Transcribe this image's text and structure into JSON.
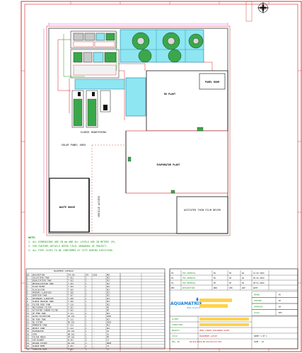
{
  "plan": {
    "labels": {
      "panel_room": "PANEL ROOM",
      "ro_plant": "RO PLANT",
      "sludge_dewatering": "SLUDGE DEWATERING",
      "solar_panel_area": "SOLAR PANEL AREA",
      "evaporator_plant": "EVAPORATOR PLANT",
      "waste_house": "WASTE HOUSE",
      "vehicle_access": "VEHICLE ACCESS",
      "agitated_thin_film_dryer": "AGITATED THIN FILM DRYER"
    }
  },
  "notes": {
    "title": "NOTE:",
    "items": [
      "1. ALL DIMENSIONS ARE IN mm AND ALL LEVELS ARE IN METERS (M).",
      "2. FOR FURTHER DETAILS REFER CIVIL DRAWINGS OF PROJECT.",
      "3. ALL PIPE SIZES TO BE CONFIRMED AT SITE DURING EXECUTION."
    ]
  },
  "schedule": {
    "title": "EQUIPMENT SCHEDULE",
    "headers": [
      "SR.",
      "DESCRIPTION",
      "TAG NO.",
      "QTY",
      "SIZE",
      "MOC"
    ],
    "rows": [
      [
        "1",
        "COLLECTION TANK",
        "T-101",
        "1",
        "--",
        "RCC"
      ],
      [
        "2",
        "EQUALIZATION TANK",
        "T-102",
        "1",
        "--",
        "RCC"
      ],
      [
        "3",
        "NEUTRALIZATION TANK",
        "T-103",
        "1",
        "--",
        "RCC"
      ],
      [
        "4",
        "FLASH MIXER",
        "T-104",
        "1",
        "--",
        "RCC"
      ],
      [
        "5",
        "FLOCCULATOR",
        "T-105",
        "1",
        "--",
        "RCC"
      ],
      [
        "6",
        "PRIMARY CLARIFIER",
        "T-106",
        "1",
        "--",
        "RCC"
      ],
      [
        "7",
        "AERATION TANK",
        "T-107",
        "2",
        "--",
        "RCC"
      ],
      [
        "8",
        "SECONDARY CLARIFIER",
        "T-108",
        "1",
        "--",
        "RCC"
      ],
      [
        "9",
        "SLUDGE HOLDING TANK",
        "T-109",
        "1",
        "--",
        "RCC"
      ],
      [
        "10",
        "FILTER FEED TANK",
        "T-110",
        "1",
        "--",
        "RCC"
      ],
      [
        "11",
        "MULTIGRADE FILTER",
        "F-101",
        "1",
        "--",
        "MS"
      ],
      [
        "12",
        "ACTIVATED CARBON FILTER",
        "F-102",
        "1",
        "--",
        "MS"
      ],
      [
        "13",
        "UF FEED TANK",
        "T-111",
        "1",
        "--",
        "RCC"
      ],
      [
        "14",
        "ULTRA FILTRATION",
        "UF-101",
        "1",
        "--",
        "SKID"
      ],
      [
        "15",
        "RO FEED TANK",
        "T-112",
        "1",
        "--",
        "RCC"
      ],
      [
        "16",
        "RO SYSTEM",
        "RO-101",
        "1",
        "--",
        "SKID"
      ],
      [
        "17",
        "PERMEATE TANK",
        "T-113",
        "1",
        "--",
        "RCC"
      ],
      [
        "18",
        "REJECT TANK",
        "T-114",
        "1",
        "--",
        "RCC"
      ],
      [
        "19",
        "EVAPORATOR",
        "EV-101",
        "1",
        "--",
        "SS"
      ],
      [
        "20",
        "ATFD",
        "DR-101",
        "1",
        "--",
        "SS"
      ],
      [
        "21",
        "FILTER PRESS",
        "FP-101",
        "1",
        "--",
        "PP"
      ],
      [
        "22",
        "AIR BLOWER",
        "B-101",
        "2",
        "--",
        "CI"
      ],
      [
        "23",
        "DOSING SYSTEM",
        "DS-101",
        "3",
        "--",
        "HDPE"
      ],
      [
        "24",
        "SLUDGE PUMP",
        "P-101",
        "2",
        "--",
        "CI"
      ],
      [
        "25",
        "TRANSFER PUMP",
        "P-102",
        "2",
        "--",
        "CI"
      ]
    ]
  },
  "title_block": {
    "revisions": [
      [
        "03",
        "FOR APPROVAL",
        "KV",
        "SP",
        "DA",
        "12.02.2024"
      ],
      [
        "02",
        "FOR APPROVAL",
        "KV",
        "SP",
        "DA",
        "05.02.2024"
      ],
      [
        "01",
        "FOR PROPOSAL",
        "KV",
        "SP",
        "DA",
        "28.01.2024"
      ],
      [
        "REV",
        "DESCRIPTION",
        "DRN",
        "CHK",
        "APP",
        "DATE"
      ]
    ],
    "company": "AQUAMATRIX",
    "company_sub": "Water Solutions",
    "sign_labels": [
      [
        "DRAWN",
        "KV"
      ],
      [
        "CHECKED",
        "SP"
      ],
      [
        "APPROVED",
        "DA"
      ],
      [
        "SCALE",
        "NTS"
      ]
    ],
    "client_label": "CLIENT",
    "consultant_label": "CONSULTANT",
    "project_label": "PROJECT",
    "project_value": "ZERO LIQUID DISCHARGE PLANT",
    "title_label": "TITLE",
    "title_value": "EQUIPMENT LAYOUT",
    "dwg_label": "DWG. NO.",
    "dwg_value": "AQ/ZLD/2024/PR-001/GA/LAY-001",
    "sheet_value": "SHEET 1 OF 1",
    "size_value": "SIZE : A1"
  }
}
